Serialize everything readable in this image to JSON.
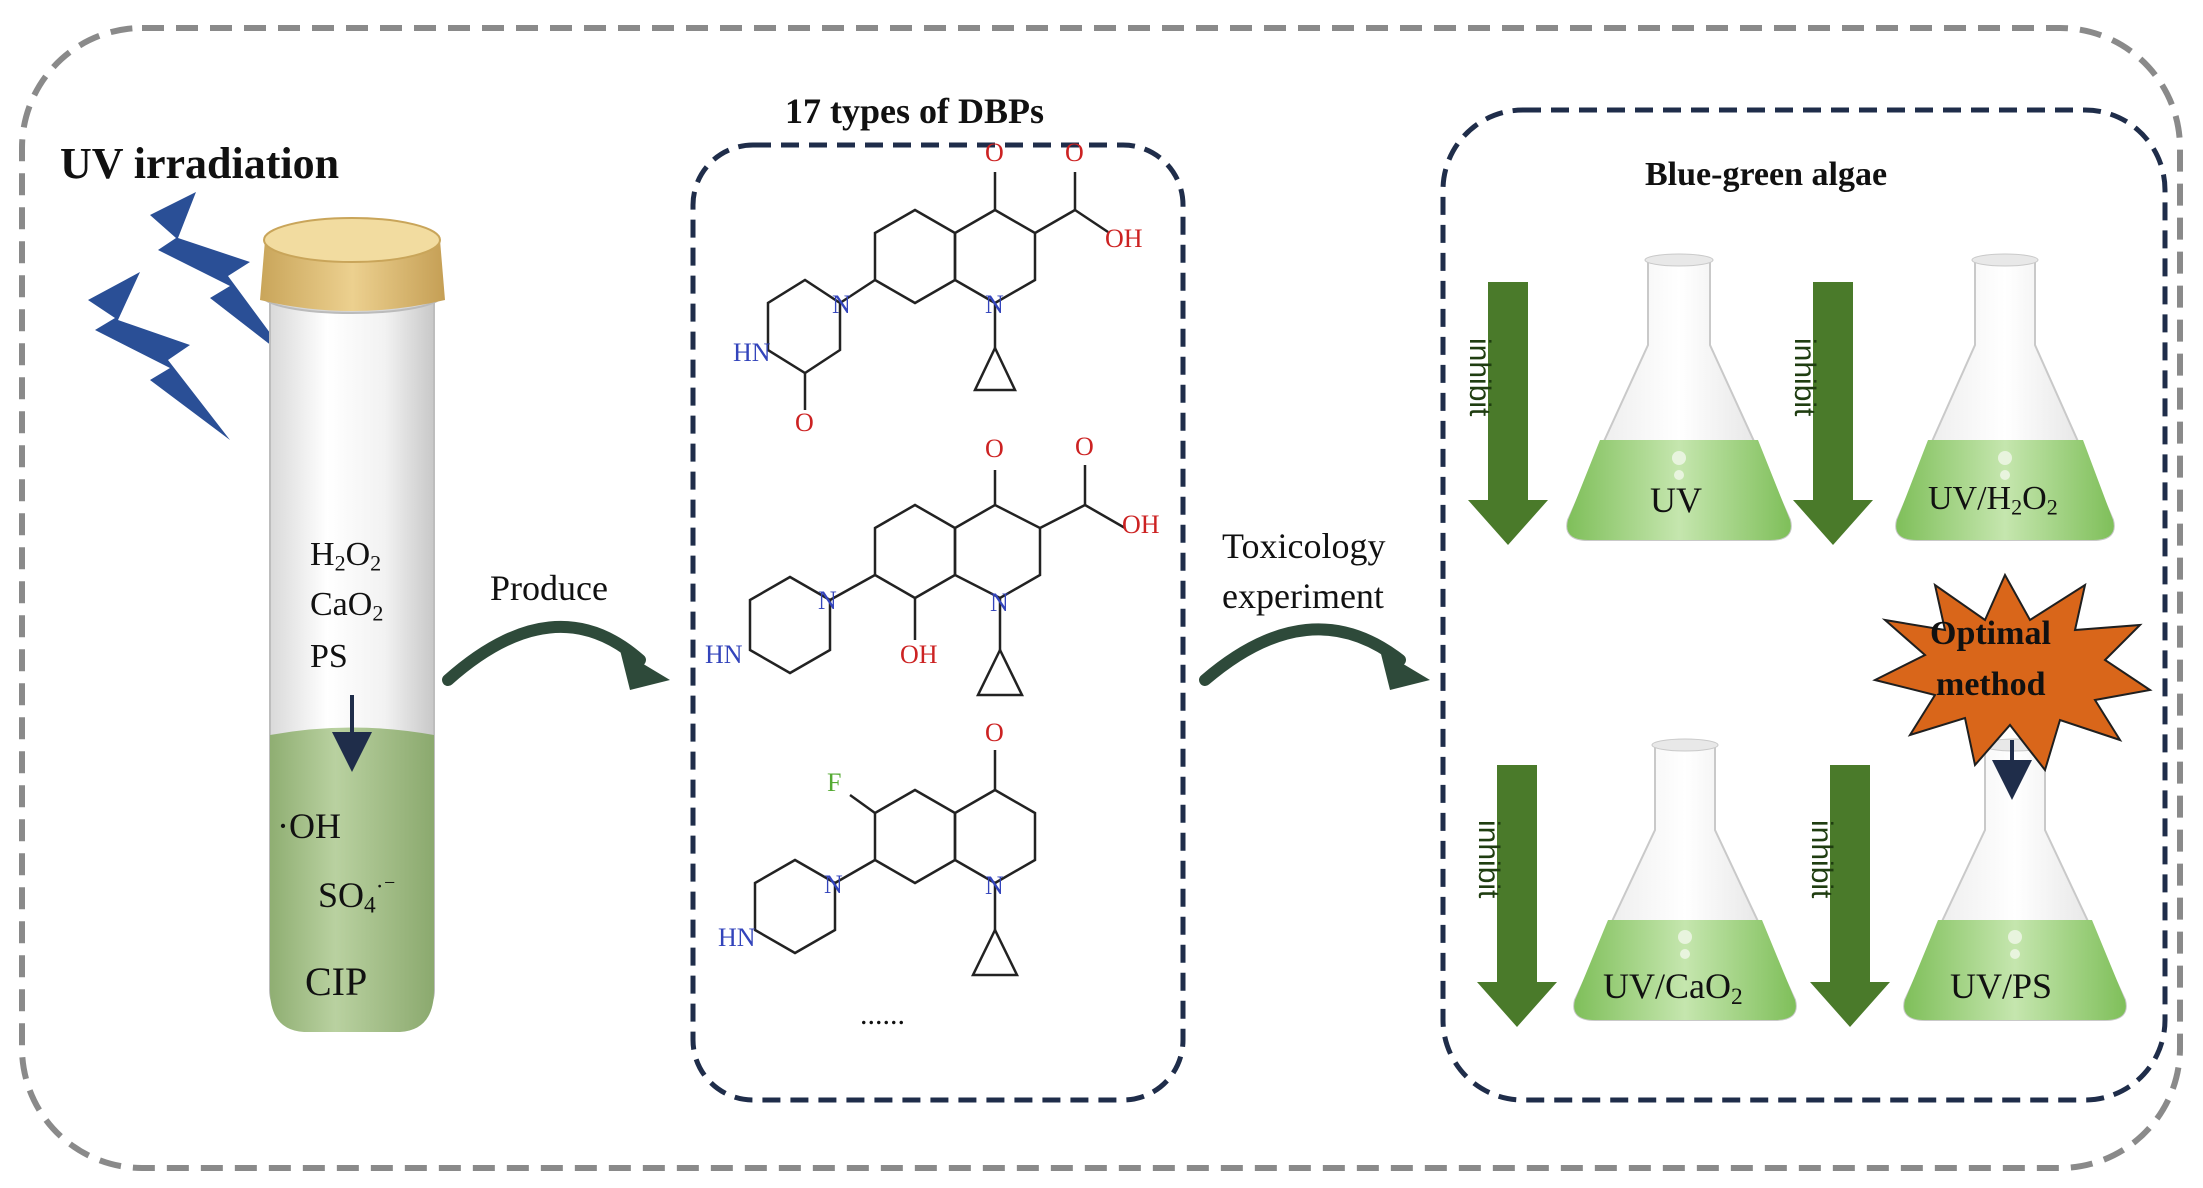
{
  "title_left": "UV irradiation",
  "tube": {
    "oxidant_1": "H2O2",
    "oxidant_2": "CaO2",
    "oxidant_3": "PS",
    "radical_1": "·OH",
    "radical_2": "SO4·⁻",
    "target": "CIP"
  },
  "arrow_1_label": "Produce",
  "dbp_box": {
    "title": "17 types of DBPs",
    "ellipsis": "......",
    "atoms": {
      "O": "O",
      "OH": "OH",
      "N": "N",
      "HN": "HN",
      "F": "F"
    }
  },
  "arrow_2_label_line1": "Toxicology",
  "arrow_2_label_line2": "experiment",
  "algae_box": {
    "title": "Blue-green algae",
    "inhibit": "inhibit",
    "flask_uv": "UV",
    "flask_uv_h2o2": "UV/H2O2",
    "flask_uv_cao2": "UV/CaO2",
    "flask_uv_ps": "UV/PS",
    "optimal_line1": "Optimal",
    "optimal_line2": "method"
  },
  "colors": {
    "lightning": "#2a4f96",
    "cork": "#e0c079",
    "liquid": "#a9c48e",
    "dashed_outer": "#8a8a8a",
    "dashed_inner": "#1f2d4a",
    "green_arrow": "#4a7a2a",
    "curved_arrow": "#2e4a3a",
    "starburst": "#d9661a",
    "atom_O": "#cc2222",
    "atom_N": "#3344bb",
    "atom_F": "#55aa33"
  }
}
